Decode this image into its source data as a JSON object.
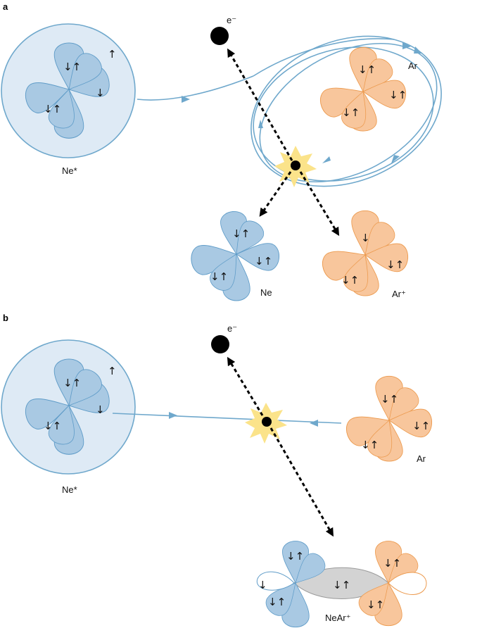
{
  "panels": {
    "a": {
      "label": "a",
      "electron_label": "e⁻",
      "excited_neon_label": "Ne*",
      "argon_label": "Ar",
      "neon_product_label": "Ne",
      "argon_ion_label": "Ar⁺"
    },
    "b": {
      "label": "b",
      "electron_label": "e⁻",
      "excited_neon_label": "Ne*",
      "argon_label": "Ar",
      "molecular_ion_label": "NeAr⁺"
    }
  },
  "spins": {
    "pair": "↓↑",
    "up": "↑",
    "down": "↓"
  },
  "colors": {
    "neon": "#a9c9e3",
    "argon": "#f8c69c",
    "orbit": "#6fa8cc",
    "flash": "#fbe38a",
    "bond": "#d3d3d3"
  }
}
